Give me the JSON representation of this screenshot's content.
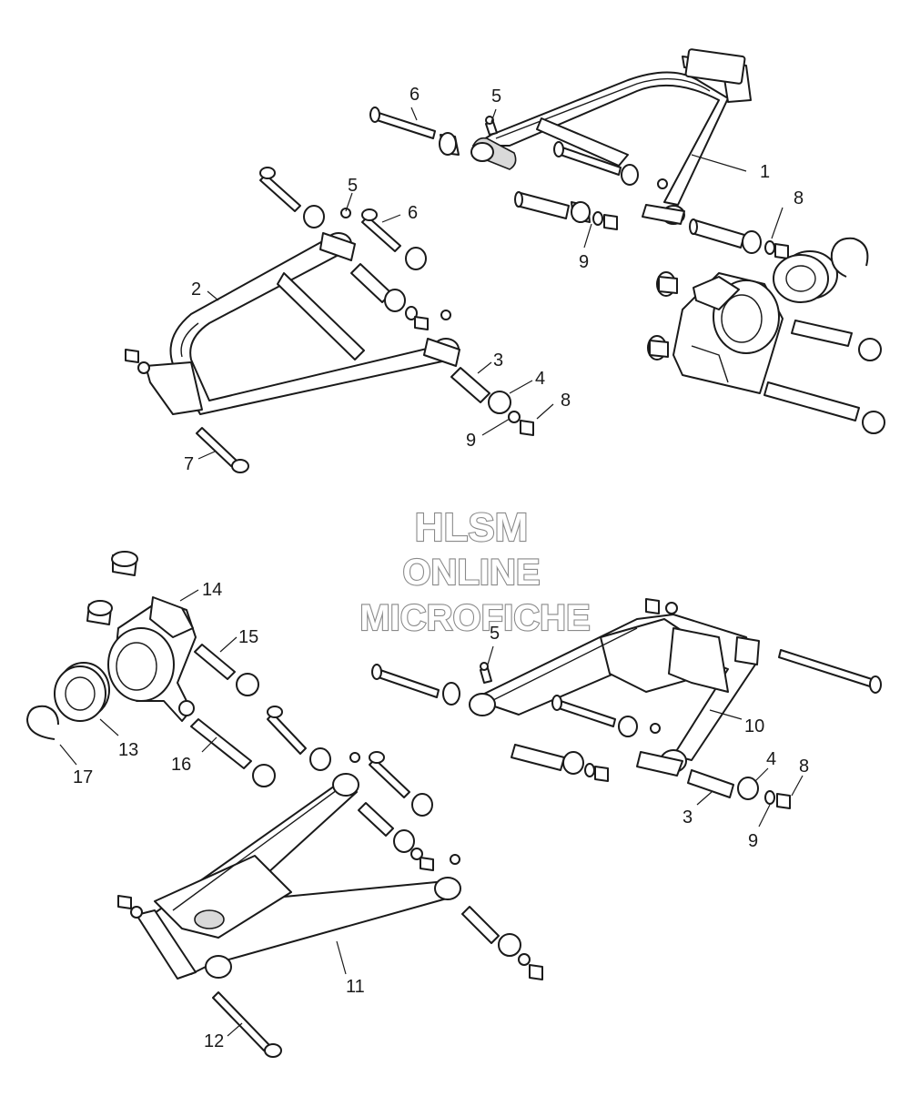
{
  "watermark": {
    "line1": "HLSM",
    "line2": "ONLINE",
    "line3": "MICROFICHE"
  },
  "callouts": {
    "c1": "1",
    "c2": "2",
    "c3a": "3",
    "c3b": "3",
    "c4a": "4",
    "c4b": "4",
    "c5a": "5",
    "c5b": "5",
    "c5c": "5",
    "c6a": "6",
    "c6b": "6",
    "c7": "7",
    "c8a": "8",
    "c8b": "8",
    "c8c": "8",
    "c9a": "9",
    "c9b": "9",
    "c9c": "9",
    "c10": "10",
    "c11": "11",
    "c12": "12",
    "c13": "13",
    "c14": "14",
    "c15": "15",
    "c16": "16",
    "c17": "17"
  }
}
